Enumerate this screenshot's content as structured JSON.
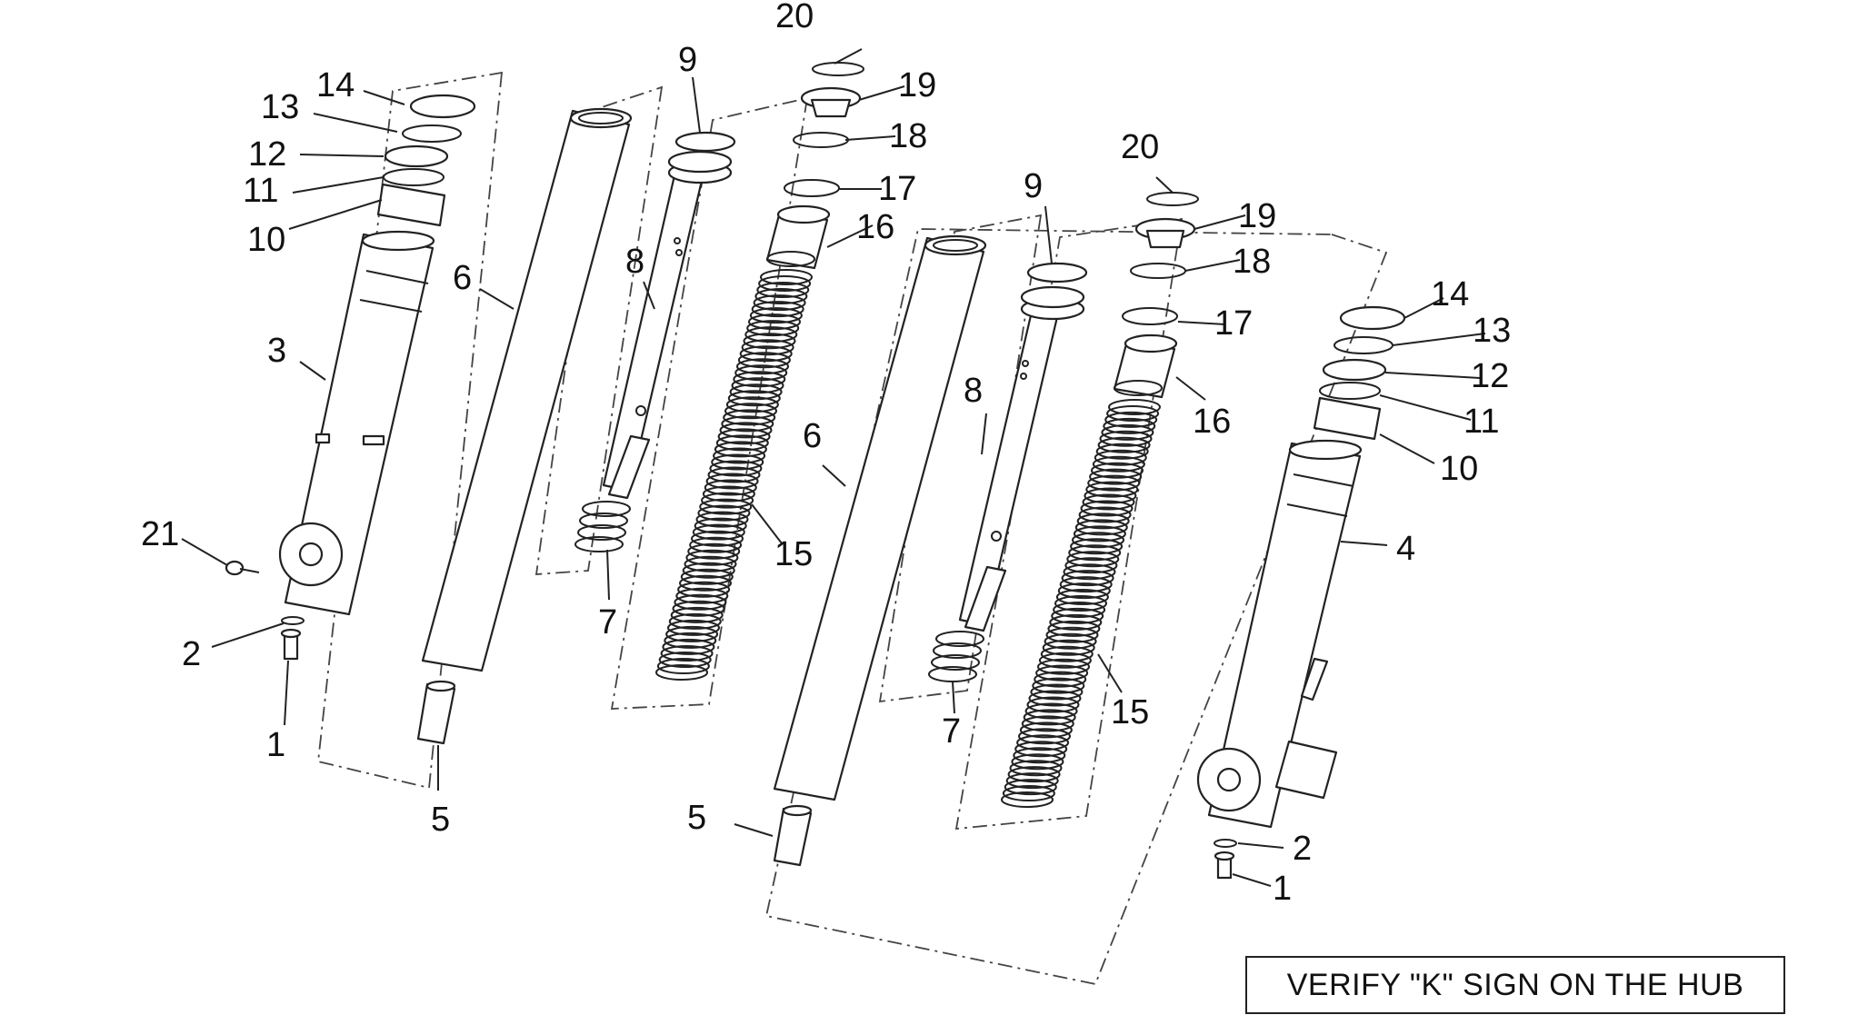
{
  "note": "VERIFY \"K\" SIGN ON THE HUB",
  "callouts": {
    "left_lower_leg": "3",
    "right_lower_leg": "4",
    "bolt": "1",
    "washer": "2",
    "bushing": "5",
    "fork_tube": "6",
    "small_spring": "7",
    "damper_rod": "8",
    "piston_ring": "9",
    "dust_seal_spacer": "10",
    "oil_seal": "11",
    "retaining_ring": "12",
    "circlip": "13",
    "dust_cap": "14",
    "main_spring": "15",
    "spacer_tube": "16",
    "o_ring": "17",
    "seal_ring": "18",
    "cap_plug": "19",
    "snap_ring": "20",
    "drain_screw": "21"
  }
}
